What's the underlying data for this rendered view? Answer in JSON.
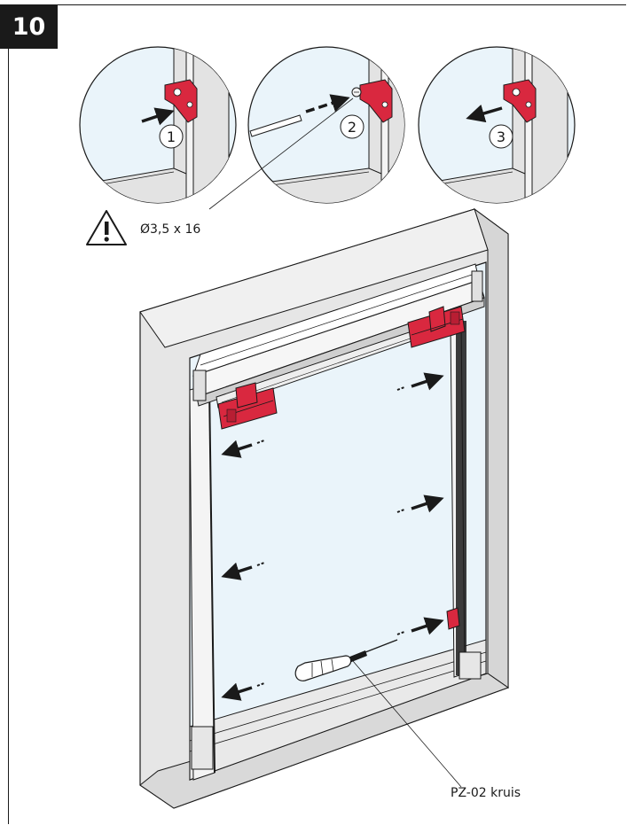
{
  "step": {
    "number": "10"
  },
  "detail_callouts": [
    {
      "index": "1"
    },
    {
      "index": "2"
    },
    {
      "index": "3"
    }
  ],
  "screw_spec": {
    "text": "Ø3,5 x 16"
  },
  "tool": {
    "text": "PZ-02 kruis"
  },
  "colors": {
    "bracket_red": "#d9283f",
    "glass_blue": "#eaf4fa",
    "frame_gray": "#e3e3e3",
    "outline": "#1a1a1a"
  }
}
